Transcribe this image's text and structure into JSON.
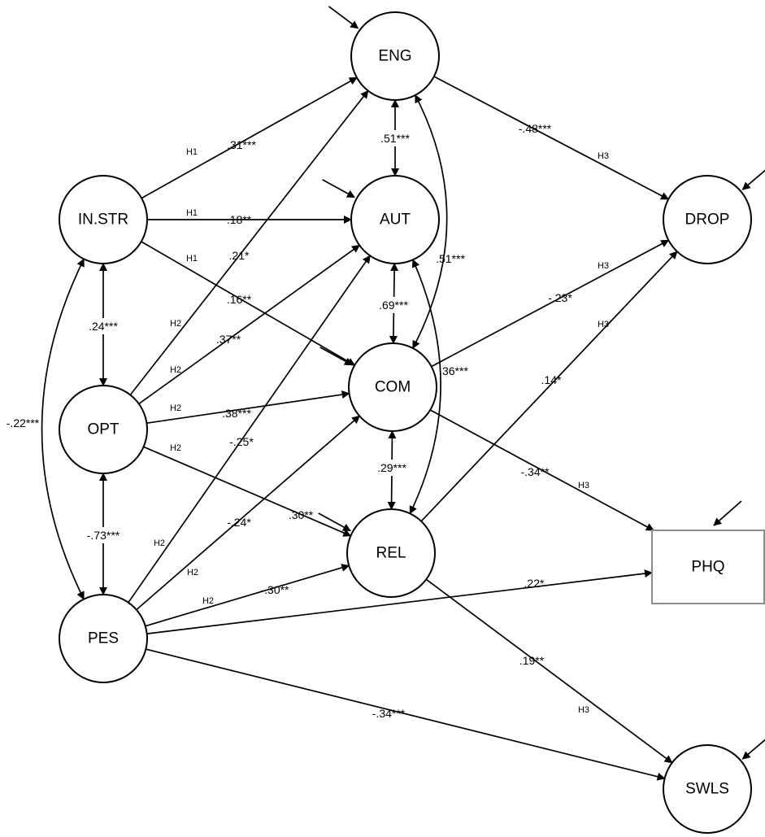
{
  "nodes": [
    {
      "id": "ENG",
      "label": "ENG",
      "shape": "circle"
    },
    {
      "id": "AUT",
      "label": "AUT",
      "shape": "circle"
    },
    {
      "id": "COM",
      "label": "COM",
      "shape": "circle"
    },
    {
      "id": "REL",
      "label": "REL",
      "shape": "circle"
    },
    {
      "id": "INSTR",
      "label": "IN.STR",
      "shape": "circle"
    },
    {
      "id": "OPT",
      "label": "OPT",
      "shape": "circle"
    },
    {
      "id": "PES",
      "label": "PES",
      "shape": "circle"
    },
    {
      "id": "DROP",
      "label": "DROP",
      "shape": "circle"
    },
    {
      "id": "SWLS",
      "label": "SWLS",
      "shape": "circle"
    },
    {
      "id": "PHQ",
      "label": "PHQ",
      "shape": "rect"
    }
  ],
  "edges": [
    {
      "id": "instr-eng",
      "from": "INSTR",
      "to": "ENG",
      "coef": ".31***",
      "hyp": "H1"
    },
    {
      "id": "instr-aut",
      "from": "INSTR",
      "to": "AUT",
      "coef": ".18**",
      "hyp": "H1"
    },
    {
      "id": "instr-com",
      "from": "INSTR",
      "to": "COM",
      "coef": ".16**",
      "hyp": "H1"
    },
    {
      "id": "opt-eng",
      "from": "OPT",
      "to": "ENG",
      "coef": ".21*",
      "hyp": "H2"
    },
    {
      "id": "opt-aut",
      "from": "OPT",
      "to": "AUT",
      "coef": ".37**",
      "hyp": "H2"
    },
    {
      "id": "opt-com",
      "from": "OPT",
      "to": "COM",
      "coef": ".38***",
      "hyp": "H2"
    },
    {
      "id": "opt-rel",
      "from": "OPT",
      "to": "REL",
      "coef": ".30**",
      "hyp": "H2"
    },
    {
      "id": "pes-aut",
      "from": "PES",
      "to": "AUT",
      "coef": "-.25*",
      "hyp": "H2"
    },
    {
      "id": "pes-com",
      "from": "PES",
      "to": "COM",
      "coef": "-.24*",
      "hyp": "H2"
    },
    {
      "id": "pes-rel",
      "from": "PES",
      "to": "REL",
      "coef": "-.30**",
      "hyp": "H2"
    },
    {
      "id": "pes-phq",
      "from": "PES",
      "to": "PHQ",
      "coef": ".22*",
      "hyp": ""
    },
    {
      "id": "pes-swls",
      "from": "PES",
      "to": "SWLS",
      "coef": "-.34***",
      "hyp": ""
    },
    {
      "id": "eng-drop",
      "from": "ENG",
      "to": "DROP",
      "coef": "-.48***",
      "hyp": "H3"
    },
    {
      "id": "com-drop",
      "from": "COM",
      "to": "DROP",
      "coef": "-.23*",
      "hyp": "H3"
    },
    {
      "id": "rel-drop",
      "from": "REL",
      "to": "DROP",
      "coef": ".14*",
      "hyp": "H3"
    },
    {
      "id": "com-phq",
      "from": "COM",
      "to": "PHQ",
      "coef": "-.34**",
      "hyp": "H3"
    },
    {
      "id": "rel-swls",
      "from": "REL",
      "to": "SWLS",
      "coef": ".19**",
      "hyp": "H3"
    }
  ],
  "correlations": [
    {
      "id": "eng-aut",
      "from": "ENG",
      "to": "AUT",
      "coef": ".51***"
    },
    {
      "id": "aut-com",
      "from": "AUT",
      "to": "COM",
      "coef": ".69***"
    },
    {
      "id": "com-rel",
      "from": "COM",
      "to": "REL",
      "coef": ".29***"
    },
    {
      "id": "eng-com",
      "from": "ENG",
      "to": "COM",
      "coef": ".51***"
    },
    {
      "id": "aut-rel",
      "from": "AUT",
      "to": "REL",
      "coef": ".36***"
    },
    {
      "id": "instr-opt",
      "from": "INSTR",
      "to": "OPT",
      "coef": ".24***"
    },
    {
      "id": "opt-pes",
      "from": "OPT",
      "to": "PES",
      "coef": "-.73***"
    },
    {
      "id": "instr-pes",
      "from": "INSTR",
      "to": "PES",
      "coef": "-.22***"
    }
  ],
  "residual_arrows": [
    "ENG",
    "AUT",
    "COM",
    "REL",
    "DROP",
    "PHQ",
    "SWLS"
  ]
}
